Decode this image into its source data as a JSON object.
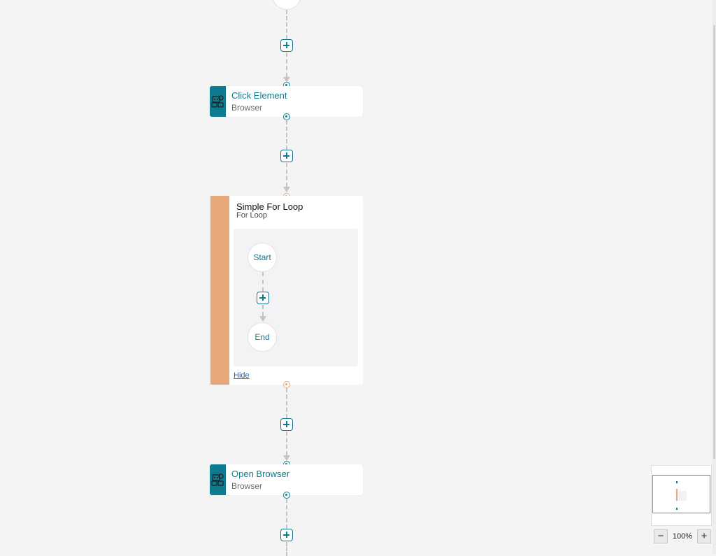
{
  "nodes": {
    "click_element": {
      "title": "Click Element",
      "subtitle": "Browser",
      "icon": "browser-robot-icon"
    },
    "open_browser": {
      "title": "Open Browser",
      "subtitle": "Browser",
      "icon": "browser-robot-icon"
    }
  },
  "loop": {
    "title": "Simple For Loop",
    "subtitle": "For Loop",
    "start_label": "Start",
    "end_label": "End",
    "hide_label": "Hide",
    "accent_color": "#e8a77a"
  },
  "zoom": {
    "minus": "−",
    "level": "100%",
    "plus": "+"
  },
  "colors": {
    "primary": "#0e7c8e",
    "loop_accent": "#e8a77a",
    "minimap_viewport": "#e040e8"
  }
}
